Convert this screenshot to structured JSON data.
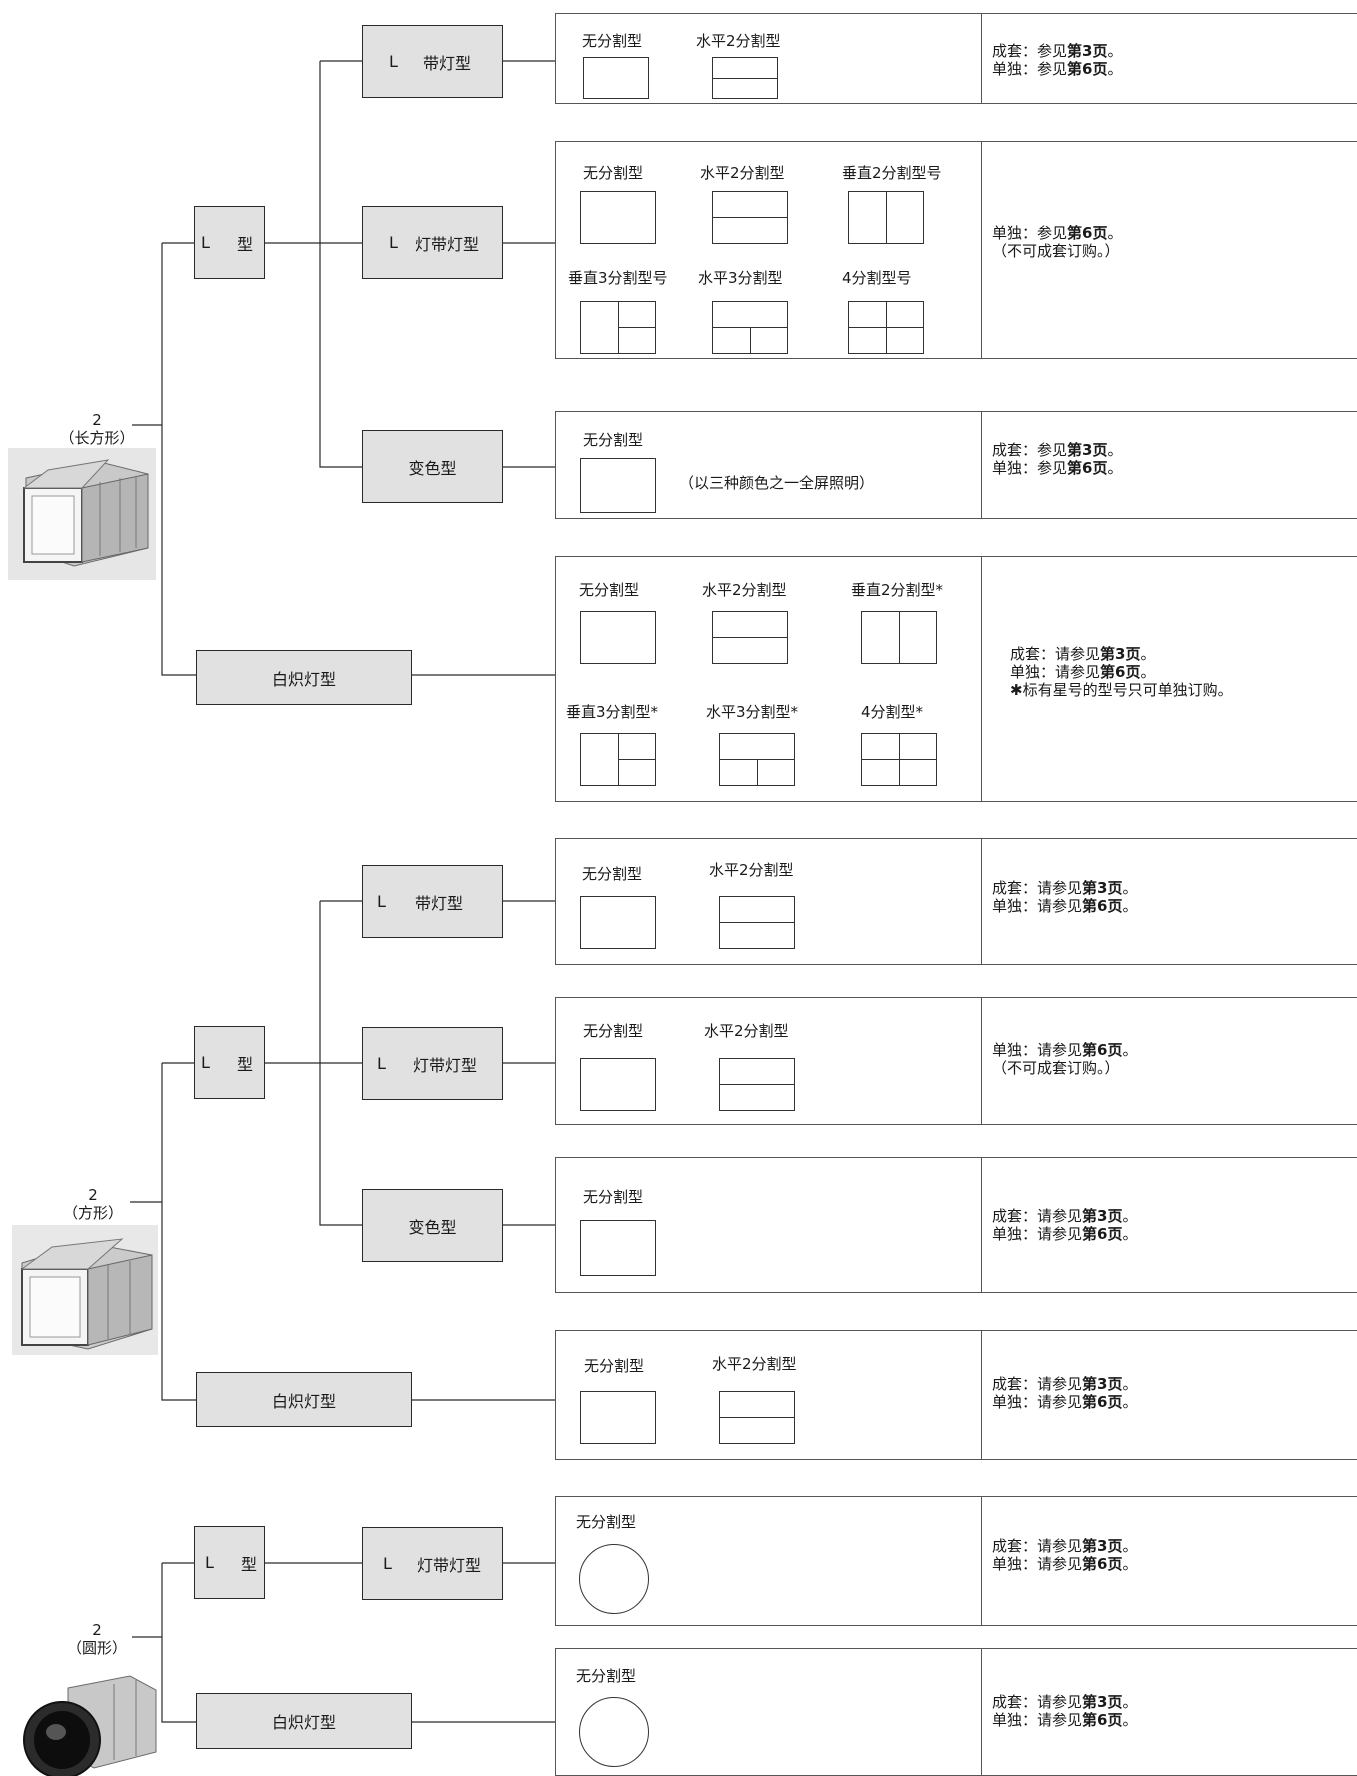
{
  "groups": [
    {
      "size": "2",
      "shape": "（长方形）",
      "type_l": [
        "L",
        "型"
      ],
      "type_inc": "白炽灯型",
      "subs": [
        {
          "label": [
            "L",
            "带灯型"
          ],
          "patterns": [
            "无分割型",
            "水平2分割型"
          ],
          "note": [
            "成套：参见",
            "第3页",
            "。",
            "单独：参见",
            "第6页",
            "。"
          ]
        },
        {
          "label": [
            "L",
            "灯带灯型"
          ],
          "patterns": [
            "无分割型",
            "水平2分割型",
            "垂直2分割型号",
            "垂直3分割型号",
            "水平3分割型",
            "4分割型号"
          ],
          "note": [
            "单独：参见",
            "第6页",
            "。",
            "（不可成套订购。）"
          ]
        },
        {
          "label": [
            "变色型"
          ],
          "patterns": [
            "无分割型"
          ],
          "extra": "（以三种颜色之一全屏照明）",
          "note": [
            "成套：参见",
            "第3页",
            "。",
            "单独：参见",
            "第6页",
            "。"
          ]
        }
      ],
      "inc": {
        "patterns": [
          "无分割型",
          "水平2分割型",
          "垂直2分割型*",
          "垂直3分割型*",
          "水平3分割型*",
          "4分割型*"
        ],
        "note": [
          "成套：请参见",
          "第3页",
          "。",
          "单独：请参见",
          "第6页",
          "。",
          "✱标有星号的型号只可单独订购。"
        ]
      }
    },
    {
      "size": "2",
      "shape": "（方形）",
      "type_l": [
        "L",
        "型"
      ],
      "type_inc": "白炽灯型",
      "subs": [
        {
          "label": [
            "L",
            "带灯型"
          ],
          "patterns": [
            "无分割型",
            "水平2分割型"
          ],
          "note": [
            "成套：请参见",
            "第3页",
            "。",
            "单独：请参见",
            "第6页",
            "。"
          ]
        },
        {
          "label": [
            "L",
            "灯带灯型"
          ],
          "patterns": [
            "无分割型",
            "水平2分割型"
          ],
          "note": [
            "单独：请参见",
            "第6页",
            "。",
            "（不可成套订购。）"
          ]
        },
        {
          "label": [
            "变色型"
          ],
          "patterns": [
            "无分割型"
          ],
          "note": [
            "成套：请参见",
            "第3页",
            "。",
            "单独：请参见",
            "第6页",
            "。"
          ]
        }
      ],
      "inc": {
        "patterns": [
          "无分割型",
          "水平2分割型"
        ],
        "note": [
          "成套：请参见",
          "第3页",
          "。",
          "单独：请参见",
          "第6页",
          "。"
        ]
      }
    },
    {
      "size": "2",
      "shape": "（圆形）",
      "type_l": [
        "L",
        "型"
      ],
      "type_inc": "白炽灯型",
      "subs": [
        {
          "label": [
            "L",
            "灯带灯型"
          ],
          "patterns": [
            "无分割型"
          ],
          "note": [
            "成套：请参见",
            "第3页",
            "。",
            "单独：请参见",
            "第6页",
            "。"
          ]
        }
      ],
      "inc": {
        "patterns": [
          "无分割型"
        ],
        "note": [
          "成套：请参见",
          "第3页",
          "。",
          "单独：请参见",
          "第6页",
          "。"
        ]
      }
    }
  ]
}
